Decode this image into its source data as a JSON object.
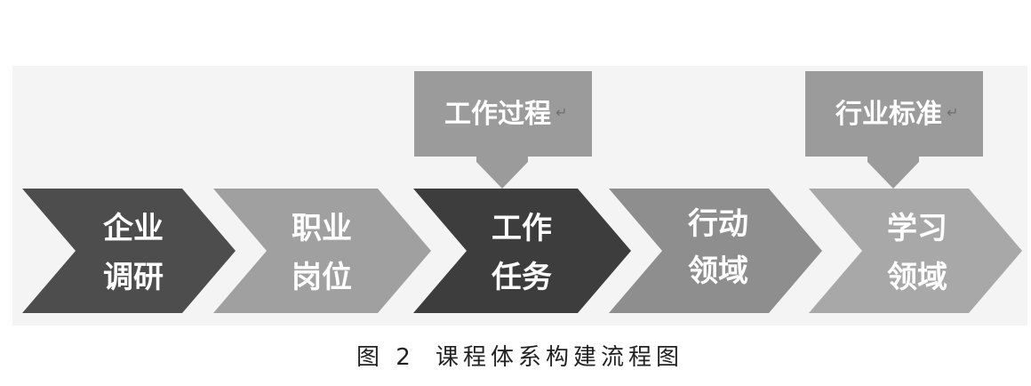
{
  "caption": {
    "figure_label": "图 2",
    "title": "课程体系构建流程图"
  },
  "steps": [
    {
      "line1": "企业",
      "line2": "调研",
      "color": "#4d4d4d"
    },
    {
      "line1": "职业",
      "line2": "岗位",
      "color": "#a0a0a0"
    },
    {
      "line1": "工作",
      "line2": "任务",
      "color": "#3d3d3d"
    },
    {
      "line1": "行动",
      "line2": "领域",
      "color": "#8e8e8e"
    },
    {
      "line1": "学习",
      "line2": "领域",
      "color": "#a8a8a8"
    }
  ],
  "callouts": [
    {
      "label": "工作过程",
      "mark": "↵",
      "color": "#9b9b9b"
    },
    {
      "label": "行业标准",
      "mark": "↵",
      "color": "#9b9b9b"
    }
  ],
  "background_color": "#f4f4f4"
}
